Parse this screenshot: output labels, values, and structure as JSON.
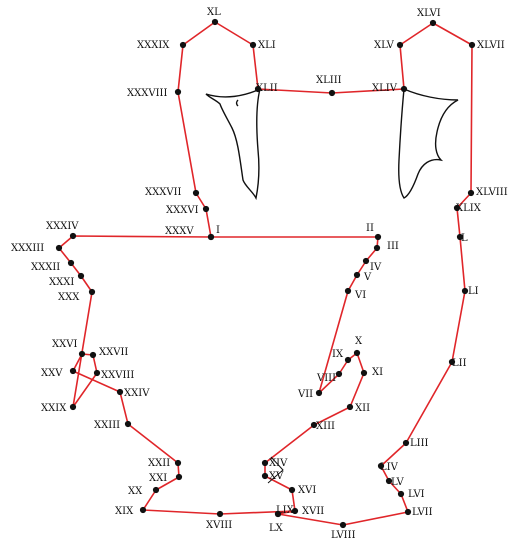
{
  "colors": {
    "line": "#e0262a",
    "dot": "#111111",
    "outline": "#111111",
    "background": "#ffffff"
  },
  "points": [
    {
      "id": "I",
      "label": "I"
    },
    {
      "id": "II",
      "label": "II"
    },
    {
      "id": "III",
      "label": "III"
    },
    {
      "id": "IV",
      "label": "IV"
    },
    {
      "id": "V",
      "label": "V"
    },
    {
      "id": "VI",
      "label": "VI"
    },
    {
      "id": "VII",
      "label": "VII"
    },
    {
      "id": "VIII",
      "label": "VIII"
    },
    {
      "id": "IX",
      "label": "IX"
    },
    {
      "id": "X",
      "label": "X"
    },
    {
      "id": "XI",
      "label": "XI"
    },
    {
      "id": "XII",
      "label": "XII"
    },
    {
      "id": "XIII",
      "label": "XIII"
    },
    {
      "id": "XIV",
      "label": "XIV"
    },
    {
      "id": "XV",
      "label": "XV"
    },
    {
      "id": "XVI",
      "label": "XVI"
    },
    {
      "id": "XVII",
      "label": "XVII"
    },
    {
      "id": "XVIII",
      "label": "XVIII"
    },
    {
      "id": "XIX",
      "label": "XIX"
    },
    {
      "id": "XX",
      "label": "XX"
    },
    {
      "id": "XXI",
      "label": "XXI"
    },
    {
      "id": "XXII",
      "label": "XXII"
    },
    {
      "id": "XXIII",
      "label": "XXIII"
    },
    {
      "id": "XXIV",
      "label": "XXIV"
    },
    {
      "id": "XXV",
      "label": "XXV"
    },
    {
      "id": "XXVI",
      "label": "XXVI"
    },
    {
      "id": "XXVII",
      "label": "XXVII"
    },
    {
      "id": "XXVIII",
      "label": "XXVIII"
    },
    {
      "id": "XXIX",
      "label": "XXIX"
    },
    {
      "id": "XXX",
      "label": "XXX"
    },
    {
      "id": "XXXI",
      "label": "XXXI"
    },
    {
      "id": "XXXII",
      "label": "XXXII"
    },
    {
      "id": "XXXIII",
      "label": "XXXIII"
    },
    {
      "id": "XXXIV",
      "label": "XXXIV"
    },
    {
      "id": "XXXV",
      "label": "XXXV"
    },
    {
      "id": "XXXVI",
      "label": "XXXVI"
    },
    {
      "id": "XXXVII",
      "label": "XXXVII"
    },
    {
      "id": "XXXVIII",
      "label": "XXXVIII"
    },
    {
      "id": "XXXIX",
      "label": "XXXIX"
    },
    {
      "id": "XL",
      "label": "XL"
    },
    {
      "id": "XLI",
      "label": "XLI"
    },
    {
      "id": "XLII",
      "label": "XLII"
    },
    {
      "id": "XLIII",
      "label": "XLIII"
    },
    {
      "id": "XLIV",
      "label": "XLIV"
    },
    {
      "id": "XLV",
      "label": "XLV"
    },
    {
      "id": "XLVI",
      "label": "XLVI"
    },
    {
      "id": "XLVII",
      "label": "XLVII"
    },
    {
      "id": "XLVIII",
      "label": "XLVIII"
    },
    {
      "id": "XLIX",
      "label": "XLIX"
    },
    {
      "id": "L",
      "label": "L"
    },
    {
      "id": "LI",
      "label": "LI"
    },
    {
      "id": "LII",
      "label": "LII"
    },
    {
      "id": "LIII",
      "label": "LIII"
    },
    {
      "id": "LIV",
      "label": "LIV"
    },
    {
      "id": "LV",
      "label": "LV"
    },
    {
      "id": "LVI",
      "label": "LVI"
    },
    {
      "id": "LVII",
      "label": "LVII"
    },
    {
      "id": "LVIII",
      "label": "LVIII"
    },
    {
      "id": "LIX",
      "label": "LIX"
    },
    {
      "id": "LX",
      "label": "LX"
    }
  ],
  "paths": [
    [
      "I",
      "II",
      "III",
      "IV",
      "V",
      "VI",
      "VII",
      "VIII",
      "IX",
      "X",
      "XI",
      "XII",
      "XIII",
      "XIV",
      "XV",
      "XVI",
      "XVII",
      "XVIII",
      "XIX",
      "XX",
      "XXI",
      "XXII",
      "XXIII",
      "XXIV",
      "XXV",
      "XXVI",
      "XXVII",
      "XXVIII",
      "XXIX",
      "XXX",
      "XXXI",
      "XXXII",
      "XXXIII",
      "XXXIV",
      "XXXV",
      "XXXVI",
      "XXXVII",
      "XXXVIII",
      "XXXIX",
      "XL",
      "XLI",
      "XLII",
      "XLIII",
      "XLIV",
      "XLV",
      "XLVI",
      "XLVII",
      "XLVIII",
      "XLIX",
      "L",
      "LI",
      "LII",
      "LIII",
      "LIV",
      "LV",
      "LVI",
      "LVII",
      "LVIII",
      "LIX",
      "LX",
      "XVII"
    ]
  ]
}
